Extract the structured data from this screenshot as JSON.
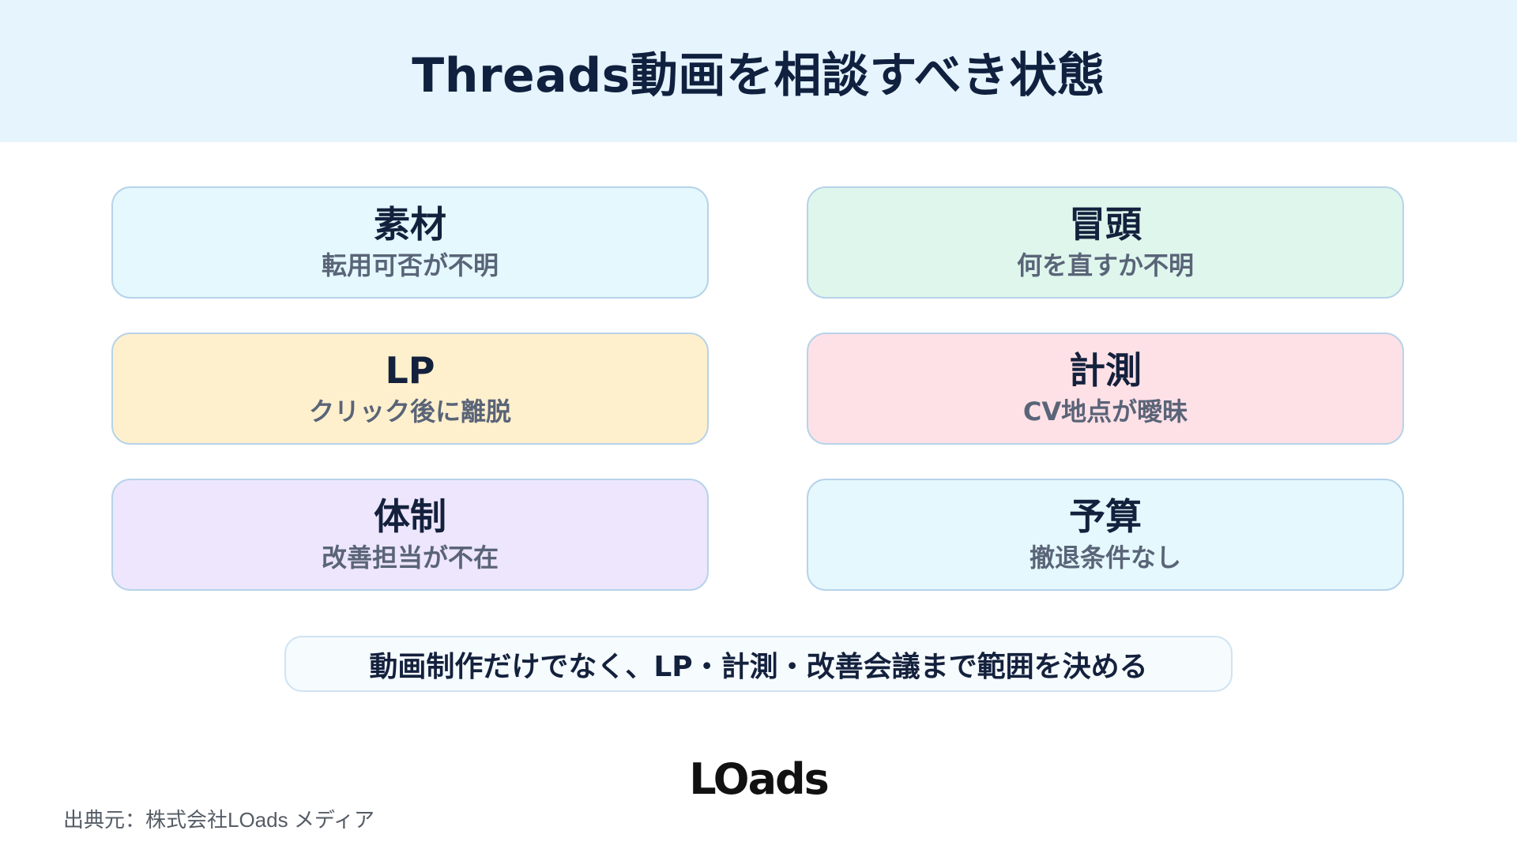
{
  "header": {
    "title": "Threads動画を相談すべき状態",
    "background": "#e6f4fe"
  },
  "cards": [
    {
      "title": "素材",
      "subtitle": "転用可否が不明",
      "color": "#e4f8fd"
    },
    {
      "title": "冒頭",
      "subtitle": "何を直すか不明",
      "color": "#def6ec"
    },
    {
      "title": "LP",
      "subtitle": "クリック後に離脱",
      "color": "#fff0cd"
    },
    {
      "title": "計測",
      "subtitle": "CV地点が曖昧",
      "color": "#fee1e6"
    },
    {
      "title": "体制",
      "subtitle": "改善担当が不在",
      "color": "#ede6fd"
    },
    {
      "title": "予算",
      "subtitle": "撤退条件なし",
      "color": "#e4f8fd"
    }
  ],
  "summary": {
    "text": "動画制作だけでなく、LP・計測・改善会議まで範囲を決める"
  },
  "logo": {
    "text": "LOads"
  },
  "footer": {
    "source": "出典元：株式会社LOads メディア"
  }
}
